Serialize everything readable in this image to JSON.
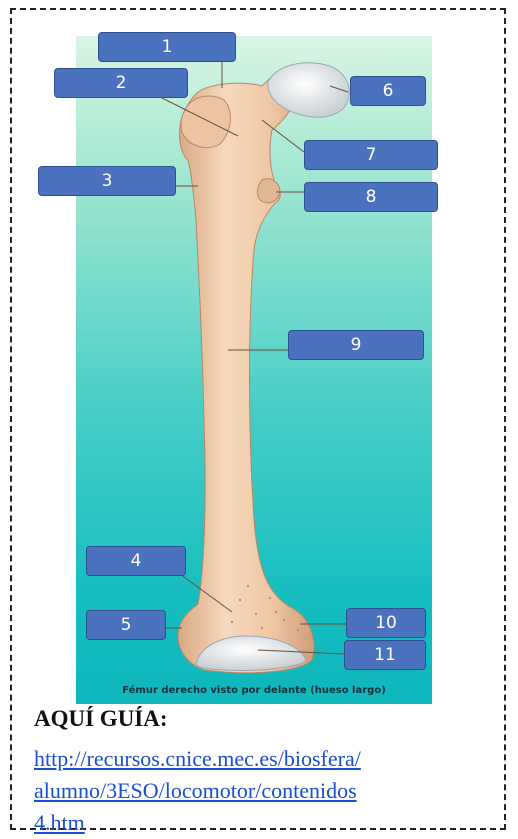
{
  "labels": [
    "1",
    "2",
    "3",
    "4",
    "5",
    "6",
    "7",
    "8",
    "9",
    "10",
    "11"
  ],
  "caption": "Fémur derecho visto por delante (hueso largo)",
  "guide": {
    "title": "AQUÍ GUÍA:",
    "url_line1": "http://recursos.cnice.mec.es/biosfera/",
    "url_line2": "alumno/3ESO/locomotor/contenidos",
    "url_line3": "4.htm"
  },
  "colors": {
    "label_fill": "#4b72bf",
    "bone": "#f1cfae",
    "cartilage": "#e9eef0",
    "link": "#1a4fd1"
  }
}
